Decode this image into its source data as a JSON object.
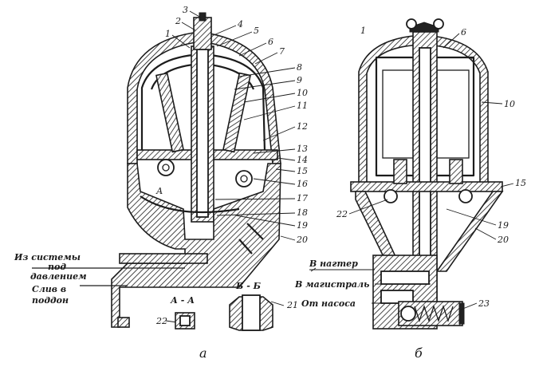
{
  "view_a": {
    "letter": "а",
    "part_numbers": [
      "1",
      "2",
      "3",
      "4",
      "5",
      "6",
      "7",
      "8",
      "9",
      "10",
      "11",
      "12",
      "13",
      "14",
      "15",
      "16",
      "17",
      "18",
      "19",
      "20",
      "21",
      "22"
    ],
    "labels": {
      "from_system_1": "Из системы",
      "from_system_2": "под",
      "from_system_3": "давлением",
      "drain_1": "Слив в",
      "drain_2": "поддон",
      "a_marker": "А"
    },
    "section_aa": "А - А",
    "section_bb": "Б - Б"
  },
  "view_b": {
    "letter": "б",
    "part_numbers": [
      "1",
      "6",
      "10",
      "15",
      "19",
      "20",
      "22",
      "23"
    ],
    "labels": {
      "to_radiator": "В нагтер",
      "to_main": "В магистраль",
      "from_pump": "От насоса"
    }
  }
}
